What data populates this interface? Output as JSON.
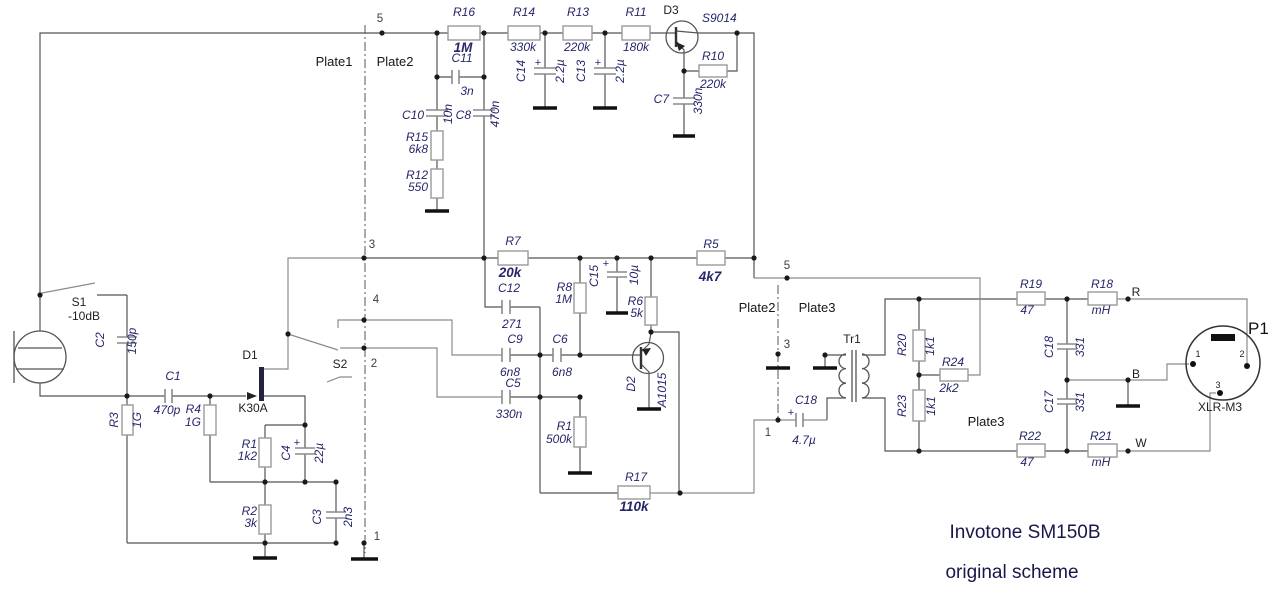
{
  "title": {
    "line1": "Invotone SM150B",
    "line2": "original scheme"
  },
  "plates": {
    "p1": "Plate1",
    "p2": "Plate2",
    "p3": "Plate3"
  },
  "nodes": {
    "n1": "1",
    "n2": "2",
    "n3": "3",
    "n4": "4",
    "n5": "5"
  },
  "sym": {
    "plus": "+"
  },
  "w": {
    "r": "R",
    "b": "B",
    "w": "W"
  },
  "xp": {
    "p1": "1",
    "p2": "2",
    "p3": "3"
  },
  "m": {
    "p1": "P1",
    "xlr": "XLR-M3",
    "tr1": "Tr1"
  },
  "colors": {
    "label_navy": "#26266b",
    "wire_gray": "#555555",
    "title_navy": "#17174b"
  },
  "c": {
    "r16": {
      "ref": "R16",
      "val": "1M"
    },
    "r14": {
      "ref": "R14",
      "val": "330k"
    },
    "r13": {
      "ref": "R13",
      "val": "220k"
    },
    "r11": {
      "ref": "R11",
      "val": "180k"
    },
    "r10": {
      "ref": "R10",
      "val": "220k"
    },
    "d3": {
      "ref": "D3",
      "val": "S9014"
    },
    "c14": {
      "ref": "C14",
      "val": "2.2µ"
    },
    "c13": {
      "ref": "C13",
      "val": "2.2µ"
    },
    "c11": {
      "ref": "C11",
      "val": "3n"
    },
    "c10": {
      "ref": "C10",
      "val": "10n"
    },
    "c8": {
      "ref": "C8",
      "val": "470n"
    },
    "r15": {
      "ref": "R15",
      "val": "6k8"
    },
    "r12": {
      "ref": "R12",
      "val": "550"
    },
    "c7": {
      "ref": "C7",
      "val": "330n"
    },
    "r7": {
      "ref": "R7",
      "val": "20k"
    },
    "c12": {
      "ref": "C12",
      "val": "271"
    },
    "c9": {
      "ref": "C9",
      "val": "6n8"
    },
    "c5": {
      "ref": "C5",
      "val": "330n"
    },
    "c6": {
      "ref": "C6",
      "val": "6n8"
    },
    "r8": {
      "ref": "R8",
      "val": "1M"
    },
    "c15": {
      "ref": "C15",
      "val": "10µ"
    },
    "r6": {
      "ref": "R6",
      "val": "5k"
    },
    "r5": {
      "ref": "R5",
      "val": "4k7"
    },
    "d2": {
      "ref": "D2",
      "val": "A1015"
    },
    "r1b": {
      "ref": "R1",
      "val": "500k"
    },
    "r17": {
      "ref": "R17",
      "val": "110k"
    },
    "s1": {
      "ref": "S1",
      "val": "-10dB"
    },
    "s2": {
      "ref": "S2",
      "val": ""
    },
    "c2": {
      "ref": "C2",
      "val": "150p"
    },
    "c1": {
      "ref": "C1",
      "val": "470p"
    },
    "r3": {
      "ref": "R3",
      "val": "1G"
    },
    "r4": {
      "ref": "R4",
      "val": "1G"
    },
    "d1": {
      "ref": "D1",
      "val": "K30A"
    },
    "r1a": {
      "ref": "R1",
      "val": "1k2"
    },
    "c4": {
      "ref": "C4",
      "val": "22µ"
    },
    "r2": {
      "ref": "R2",
      "val": "3k"
    },
    "c3": {
      "ref": "C3",
      "val": "2n3"
    },
    "c18b": {
      "ref": "C18",
      "val": "4.7µ"
    },
    "r20": {
      "ref": "R20",
      "val": "1k1"
    },
    "r23": {
      "ref": "R23",
      "val": "1k1"
    },
    "r24": {
      "ref": "R24",
      "val": "2k2"
    },
    "r19": {
      "ref": "R19",
      "val": "47"
    },
    "r18": {
      "ref": "R18",
      "val": "mH"
    },
    "r22": {
      "ref": "R22",
      "val": "47"
    },
    "r21": {
      "ref": "R21",
      "val": "mH"
    },
    "c18a": {
      "ref": "C18",
      "val": "331"
    },
    "c17": {
      "ref": "C17",
      "val": "331"
    }
  }
}
